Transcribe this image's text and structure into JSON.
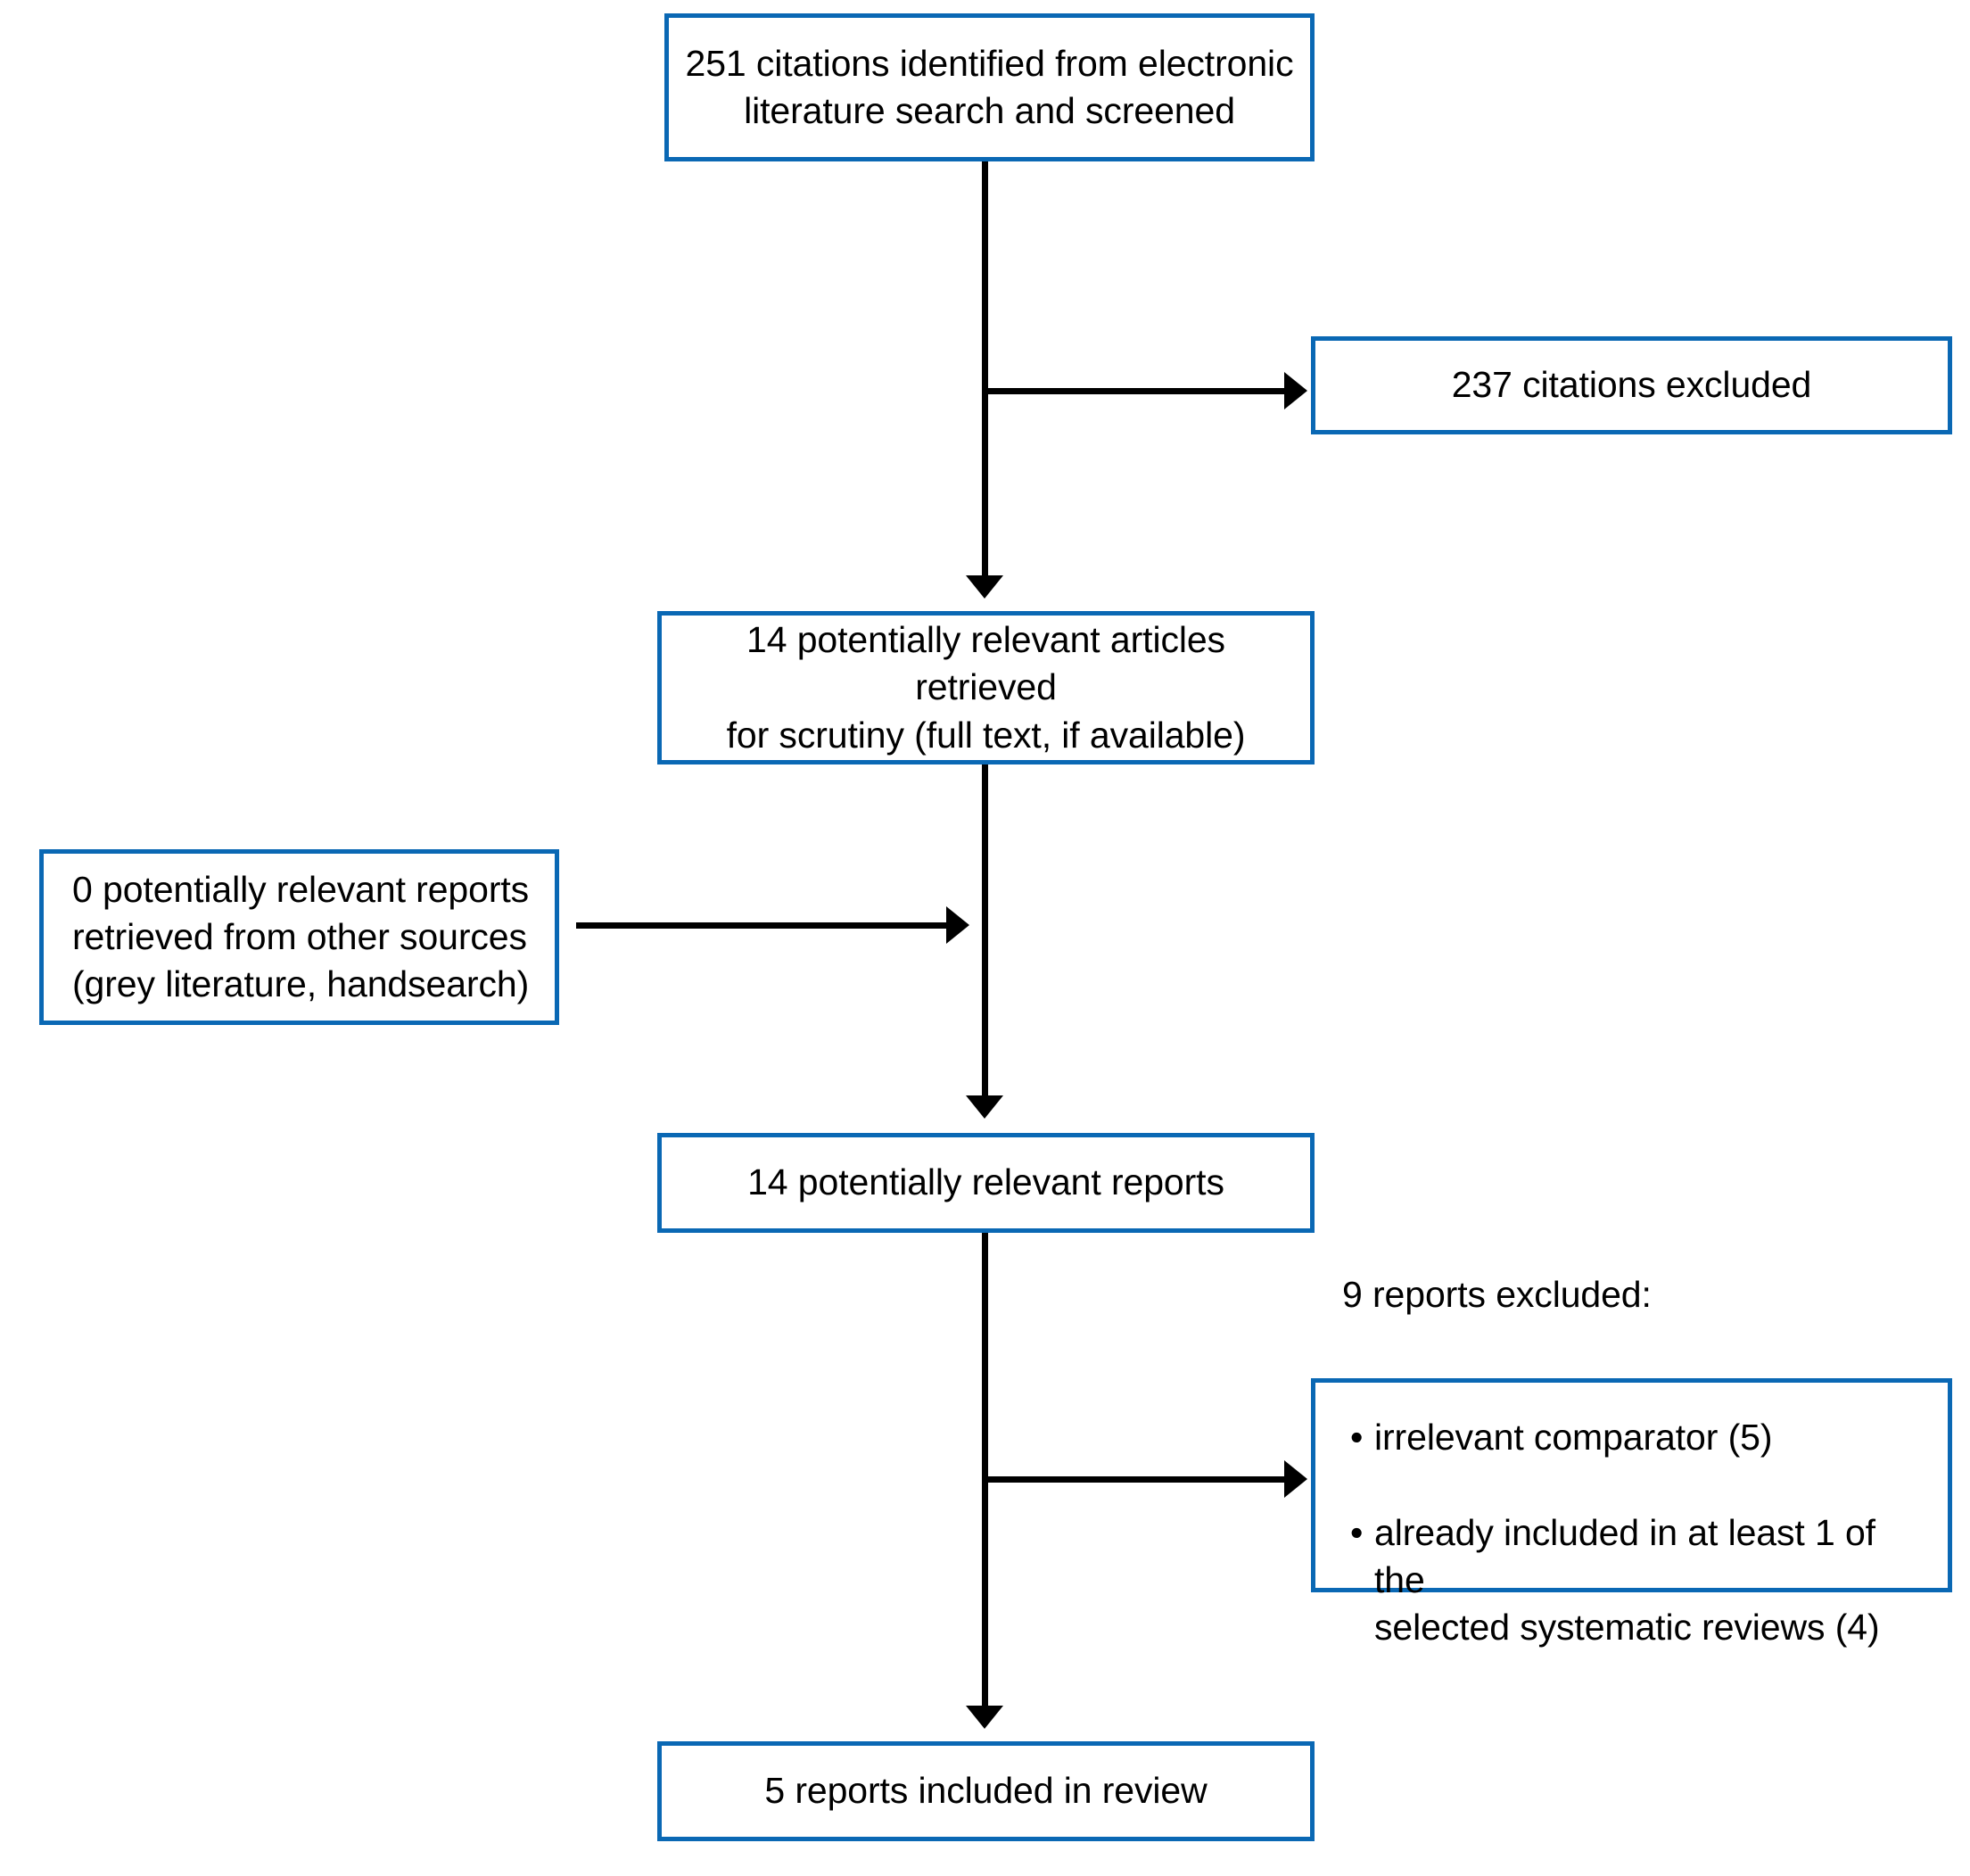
{
  "diagram": {
    "type": "prisma-flow-diagram",
    "accent_color": "#0a68b4",
    "line_color": "#000000",
    "background_color": "#ffffff"
  },
  "nodes": {
    "identified": {
      "text": "251 citations identified from electronic\nliterature search and screened",
      "count": 251
    },
    "excluded_citations": {
      "text": "237 citations excluded",
      "count": 237
    },
    "retrieved": {
      "text": "14 potentially relevant articles retrieved\nfor scrutiny (full text, if available)",
      "count": 14
    },
    "other_sources": {
      "text": "0 potentially relevant reports\nretrieved from other sources\n(grey literature, handsearch)",
      "count": 0
    },
    "reports": {
      "text": "14 potentially relevant reports",
      "count": 14
    },
    "excluded_reports": {
      "heading": "9 reports excluded:",
      "count": 9,
      "reasons": [
        "irrelevant comparator (5)",
        "already included in at least 1 of the\n    selected systematic reviews (4)"
      ],
      "bullet_glyph": "•"
    },
    "included": {
      "text": "5 reports included in review",
      "count": 5
    }
  },
  "connectors": {
    "identified_to_retrieved": "arrow-down",
    "identified_to_excluded": "arrow-right",
    "retrieved_to_reports": "arrow-down",
    "other_sources_to_flow": "arrow-right",
    "reports_to_included": "arrow-down",
    "reports_to_excluded": "arrow-right"
  }
}
